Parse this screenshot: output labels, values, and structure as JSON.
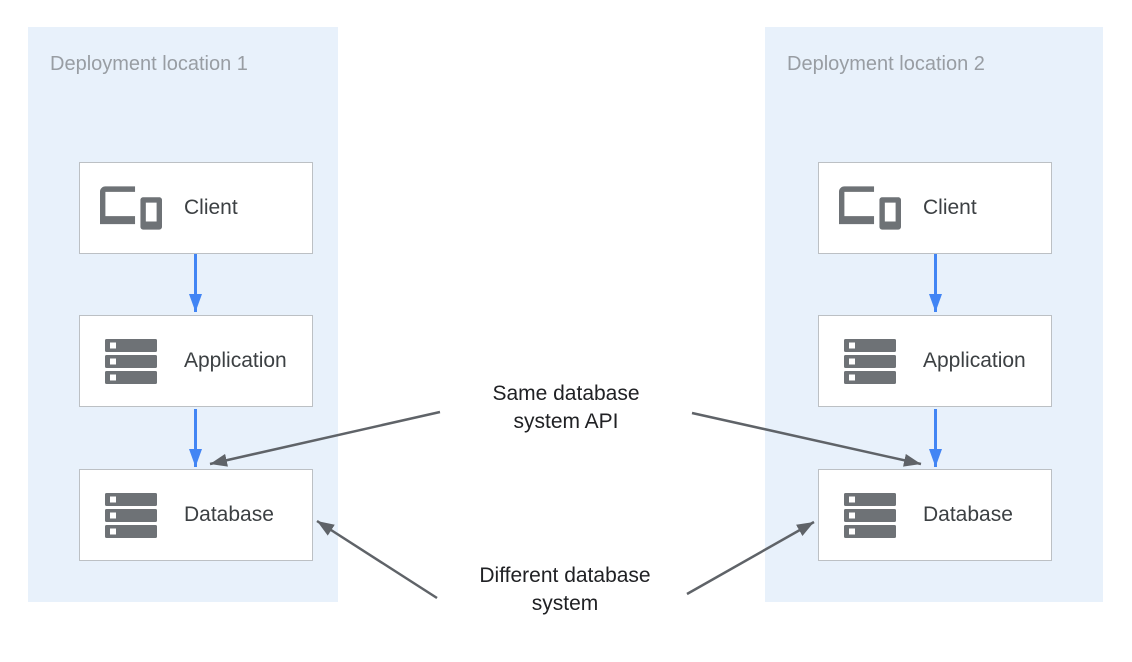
{
  "colors": {
    "panel_bg": "#E8F1FB",
    "box_border": "#BCC0C4",
    "box_bg": "#FFFFFF",
    "icon_gray": "#6E7276",
    "flow_blue": "#4285F4",
    "annot_gray": "#5F6368",
    "title_gray": "#989DA3",
    "label_dark": "#3C4043",
    "annot_text": "#202124"
  },
  "icons": {
    "client": "devices-icon",
    "application": "server-stack-icon",
    "database": "server-stack-icon"
  },
  "panels": [
    {
      "title": "Deployment location 1",
      "nodes": [
        {
          "label": "Client"
        },
        {
          "label": "Application"
        },
        {
          "label": "Database"
        }
      ]
    },
    {
      "title": "Deployment location 2",
      "nodes": [
        {
          "label": "Client"
        },
        {
          "label": "Application"
        },
        {
          "label": "Database"
        }
      ]
    }
  ],
  "annotations": {
    "same_api": {
      "lines": [
        "Same database",
        "system API"
      ]
    },
    "different_system": {
      "lines": [
        "Different database",
        "system"
      ]
    }
  }
}
